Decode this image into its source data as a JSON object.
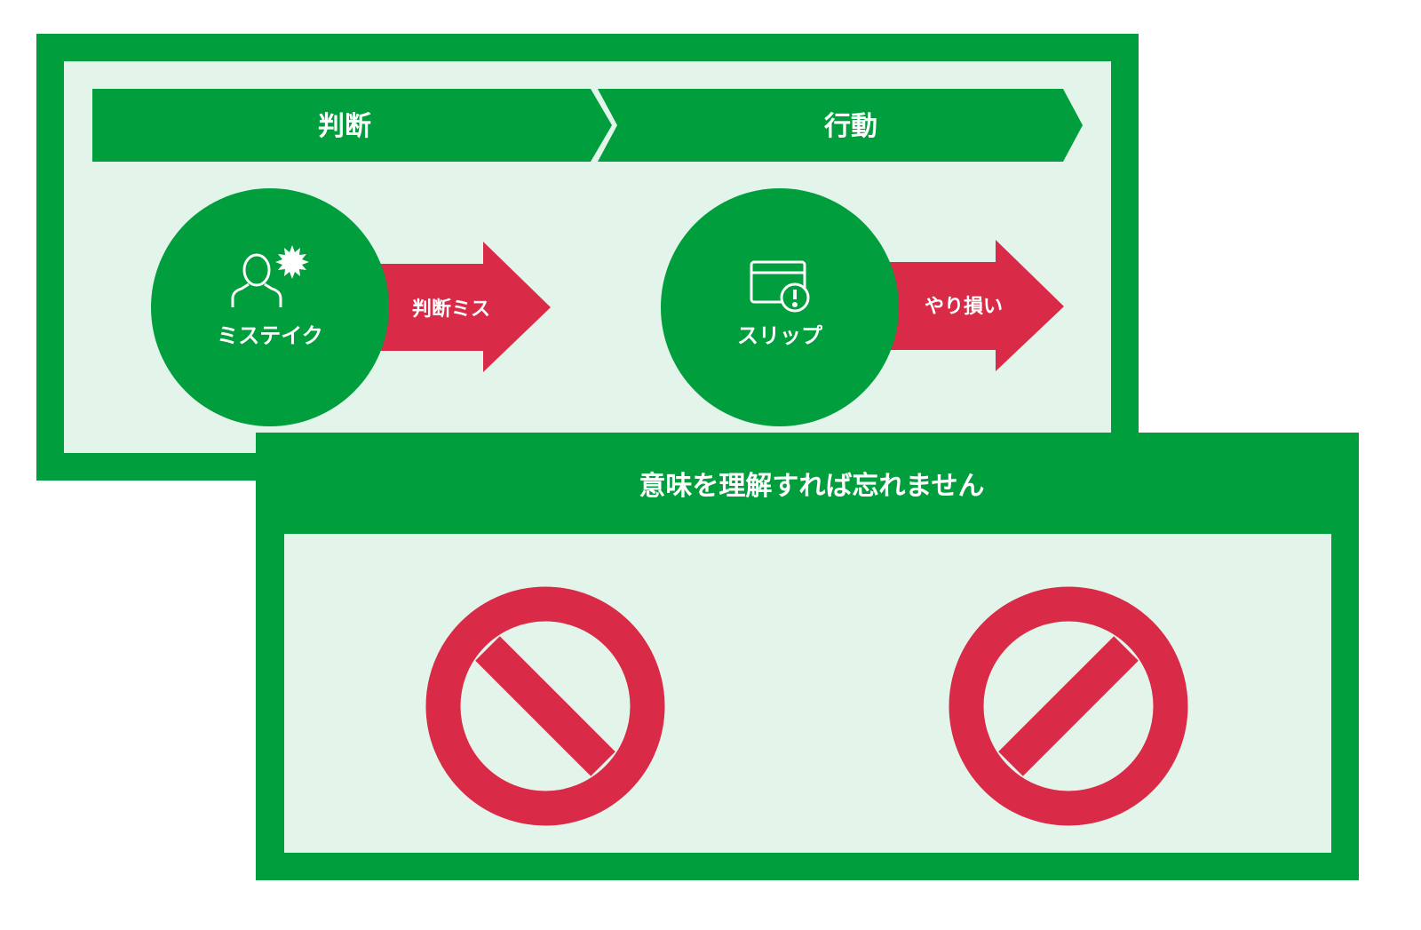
{
  "top_panel": {
    "stages": [
      {
        "label": "判断"
      },
      {
        "label": "行動"
      }
    ],
    "errors": [
      {
        "circle_label": "ミステイク",
        "icon": "person-burst-icon",
        "arrow_label": "判断ミス"
      },
      {
        "circle_label": "スリップ",
        "icon": "window-alert-icon",
        "arrow_label": "やり損い"
      }
    ]
  },
  "bottom_panel": {
    "title": "意味を理解すれば忘れません",
    "signs": [
      {
        "icon": "prohibited-icon"
      },
      {
        "icon": "prohibited-icon"
      }
    ]
  },
  "colors": {
    "green": "#009e3c",
    "light": "#e3f4ea",
    "red": "#d92b47"
  }
}
